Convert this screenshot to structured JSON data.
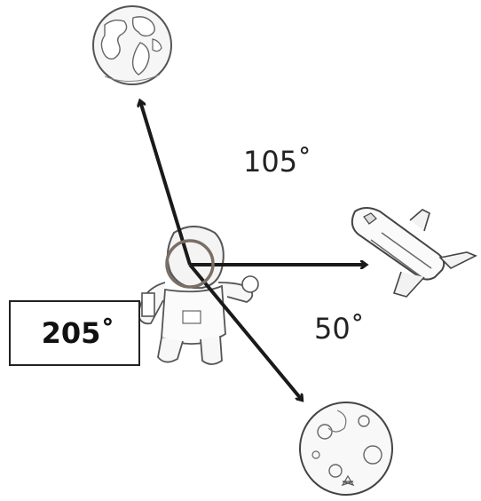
{
  "angles": {
    "top": "105˚",
    "bottom": "50˚"
  },
  "answer_box": {
    "value": "205˚"
  },
  "figures": {
    "top": "earth-globe",
    "right": "space-shuttle",
    "bottom": "moon",
    "center": "astronaut"
  },
  "colors": {
    "arrow": "#1a1a1a",
    "center_circle": "#7a6e66",
    "line_art": "#555555"
  }
}
